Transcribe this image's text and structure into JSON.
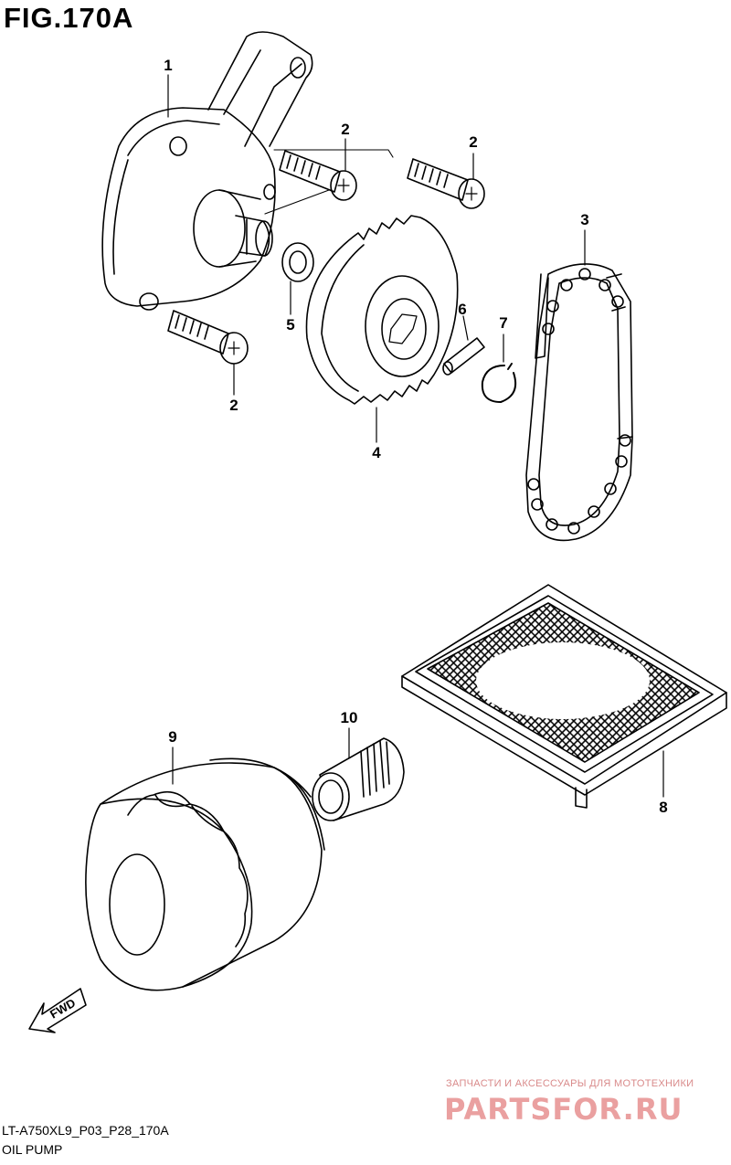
{
  "figure": {
    "title": "FIG.170A"
  },
  "callouts": {
    "part_1": "1",
    "part_2a": "2",
    "part_2b": "2",
    "part_2c": "2",
    "part_3": "3",
    "part_4": "4",
    "part_5": "5",
    "part_6": "6",
    "part_7": "7",
    "part_8": "8",
    "part_9": "9",
    "part_10": "10"
  },
  "fwd_label": "FWD",
  "footer": {
    "code": "LT-A750XL9_P03_P28_170A",
    "name": "OIL PUMP"
  },
  "watermark": {
    "subtitle": "ЗАПЧАСТИ И АКСЕССУАРЫ ДЛЯ МОТОТЕХНИКИ",
    "logo": "PARTSFOR.RU"
  },
  "colors": {
    "line": "#000000",
    "watermark": "#e89a9a"
  }
}
